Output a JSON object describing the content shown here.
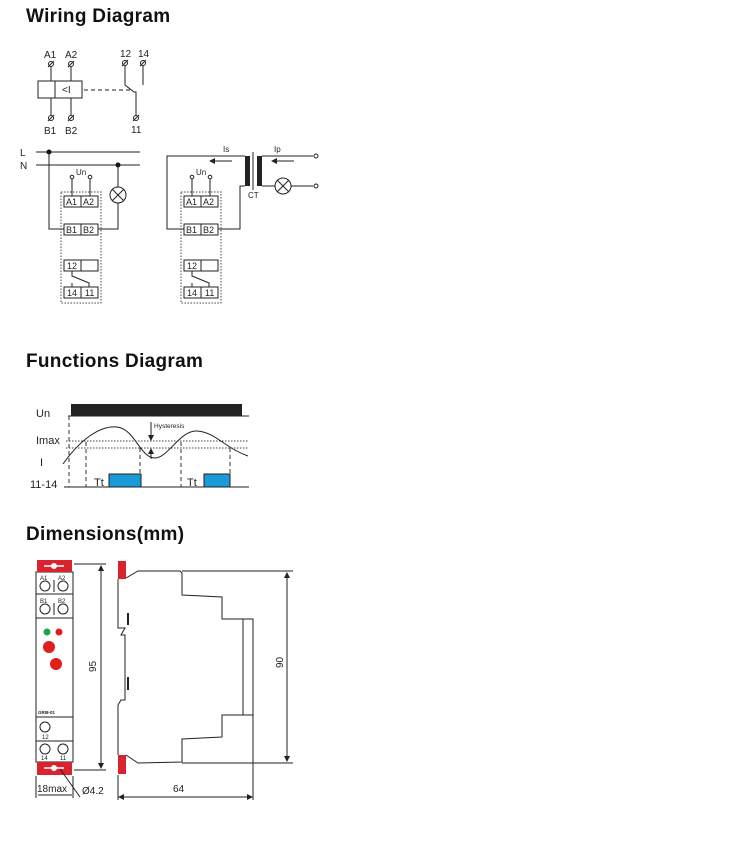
{
  "sections": {
    "wiring_title": "Wiring Diagram",
    "functions_title": "Functions Diagram",
    "dimensions_title": "Dimensions(mm)"
  },
  "wiring": {
    "symbol": {
      "a1": "A1",
      "a2": "A2",
      "b1": "B1",
      "b2": "B2",
      "relay": "<I",
      "c12": "12",
      "c14": "14",
      "c11": "11"
    },
    "lines": {
      "l": "L",
      "n": "N"
    },
    "module": {
      "un": "Un",
      "a1": "A1",
      "a2": "A2",
      "b1": "B1",
      "b2": "B2",
      "t12": "12",
      "t14": "14",
      "t11": "11"
    },
    "ct": {
      "is": "Is",
      "ip": "Ip",
      "ct": "CT"
    }
  },
  "functions": {
    "un": "Un",
    "imax": "Imax",
    "i": "I",
    "out": "11-14",
    "tt": "Tt",
    "hysteresis": "Hysteresis",
    "pulse_color": "#1a9ad6"
  },
  "dimensions": {
    "height_front": "95",
    "height_side": "90",
    "depth": "64",
    "width": "18max",
    "hole": "Ø4.2",
    "device_label": "GRI8-01",
    "front_terms": {
      "a1": "A1",
      "a2": "A2",
      "b1": "B1",
      "b2": "B2",
      "t12": "12",
      "t14": "14",
      "t11": "11"
    },
    "clip_color": "#d9232e"
  }
}
